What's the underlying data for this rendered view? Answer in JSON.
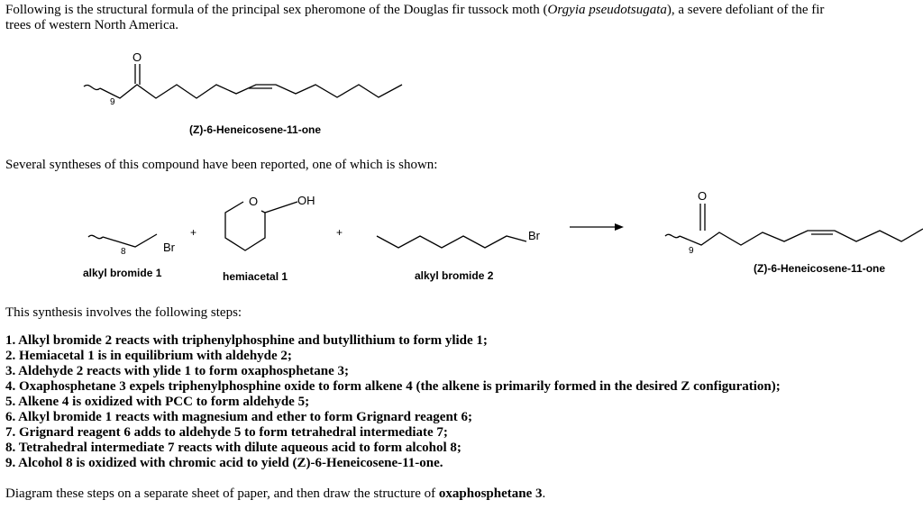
{
  "intro": {
    "part1": "Following is the structural formula of the principal sex pheromone of the Douglas fir tussock moth (",
    "species": "Orgyia pseudotsugata",
    "part2": "), a severe defoliant of the fir trees of western North America."
  },
  "top_structure": {
    "oxygen_label": "O",
    "subscript": "9",
    "name": "(Z)-6-Heneicosene-11-one"
  },
  "syntheses_text": "Several syntheses of this compound have been reported, one of which is shown:",
  "scheme": {
    "alkyl_bromide_1": {
      "subscript": "8",
      "br_label": "Br",
      "caption": "alkyl bromide 1"
    },
    "plus_1": "+",
    "hemiacetal_1": {
      "ring_o_label": "O",
      "oh_label": "OH",
      "caption": "hemiacetal 1"
    },
    "plus_2": "+",
    "alkyl_bromide_2": {
      "br_label": "Br",
      "caption": "alkyl bromide 2"
    },
    "product": {
      "oxygen_label": "O",
      "subscript": "9",
      "caption": "(Z)-6-Heneicosene-11-one"
    }
  },
  "steps_intro": "This synthesis involves the following steps:",
  "steps": [
    "1. Alkyl bromide 2 reacts with triphenylphosphine and butyllithium to form ylide 1;",
    "2. Hemiacetal 1 is in equilibrium with aldehyde 2;",
    "3. Aldehyde 2 reacts with ylide 1 to form oxaphosphetane 3;",
    "4. Oxaphosphetane 3 expels triphenylphosphine oxide to form alkene 4 (the alkene is primarily formed in the desired Z configuration);",
    "5. Alkene 4 is oxidized with PCC to form aldehyde 5;",
    "6. Alkyl bromide 1 reacts with magnesium and ether to form Grignard reagent 6;",
    "7. Grignard reagent 6 adds to aldehyde 5 to form tetrahedral intermediate 7;",
    "8. Tetrahedral intermediate 7 reacts with dilute aqueous acid to form alcohol 8;",
    "9. Alcohol 8 is oxidized with chromic acid to yield (Z)-6-Heneicosene-11-one."
  ],
  "final": {
    "text": "Diagram these steps on a separate sheet of paper, and then draw the structure of ",
    "bold_term": "oxaphosphetane 3",
    "end": "."
  }
}
